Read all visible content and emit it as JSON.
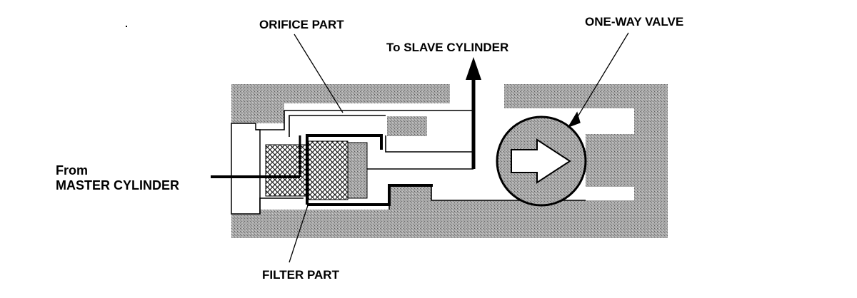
{
  "labels": {
    "orifice_part": "ORIFICE PART",
    "to_slave_cylinder": "To SLAVE CYLINDER",
    "one_way_valve": "ONE-WAY VALVE",
    "from": "From",
    "master_cylinder": "MASTER CYLINDER",
    "filter_part": "FILTER PART"
  },
  "colors": {
    "housing_fill": "#9a9a9a",
    "line": "#000000",
    "background": "#ffffff"
  }
}
